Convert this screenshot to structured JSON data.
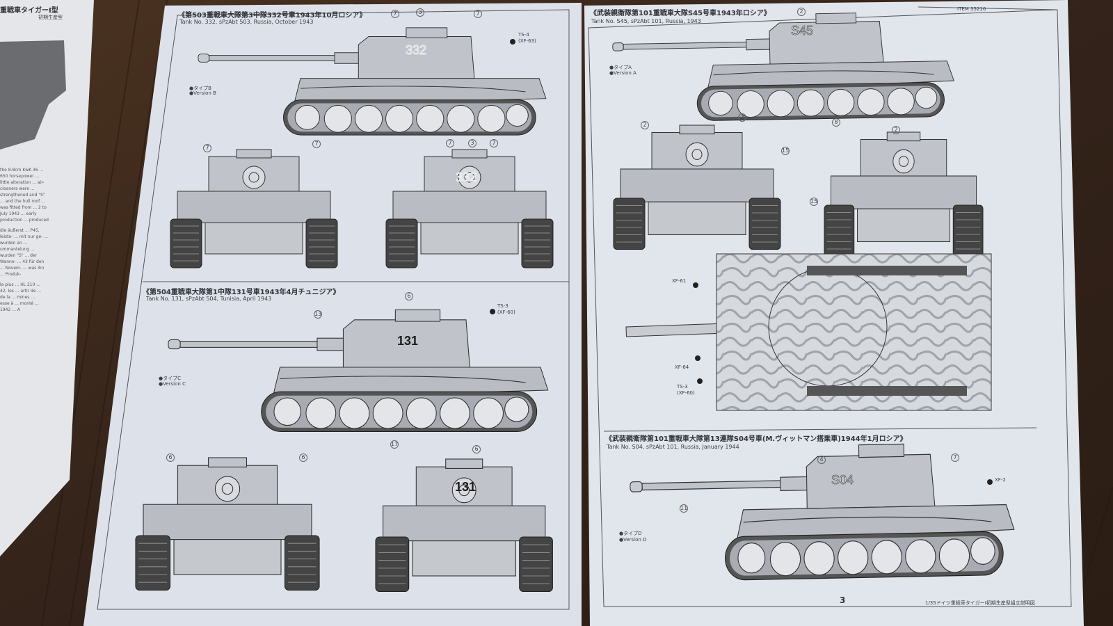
{
  "brochure": {
    "title_jp": "重戦車タイガーI型",
    "subtitle_jp": "初期生産型",
    "text_en": "the 8.8cm KwK 36 ... 650 horsepower ... little alteration ... air-cleaners were ... strengthened and \"S\" ... and the hull roof ... was fitted from ... 2 to July 1943 ... early production ... produced",
    "text_de": "die äußerst ... P45, leiste- ... mit nur ge- ... wurden an ... ummantelung ... wurden \"S\" ... der Wanne- ... 43 für den ... Novem- ... was ihn ... Produk-",
    "text_fr": "la plus ... HL 210 ... 42, les ... artir de ... de la ... mines ... esse à ... monté ... 1942 ... A"
  },
  "left_page": {
    "sections": [
      {
        "title_jp": "《第503重戦車大隊第3中隊332号車1943年10月ロシア》",
        "title_en": "Tank No. 332, sPzAbt 503, Russia, October 1943",
        "version_jp": "●タイプB",
        "version_en": "●Version B",
        "tank_number": "332",
        "paint": [
          "TS-4",
          "(XF-63)"
        ],
        "callouts": [
          "7",
          "3",
          "7",
          "7",
          "7",
          "7",
          "3",
          "7"
        ]
      },
      {
        "title_jp": "《第504重戦車大隊第1中隊131号車1943年4月チュニジア》",
        "title_en": "Tank No. 131, sPzAbt 504, Tunisia, April 1943",
        "version_jp": "●タイプC",
        "version_en": "●Version C",
        "tank_number": "131",
        "paint": [
          "TS-3",
          "(XF-60)"
        ],
        "callouts": [
          "6",
          "13",
          "17",
          "6",
          "6",
          "6"
        ]
      }
    ]
  },
  "right_page": {
    "item": "ITEM 35216",
    "page_number": "3",
    "footer": "1/35ドイツ重戦車タイガーI初期生産型組立説明図",
    "sections": [
      {
        "title_jp": "《武装親衛隊第101重戦車大隊S45号車1943年ロシア》",
        "title_en": "Tank No. S45, sPzAbt 101, Russia, 1943",
        "version_jp": "●タイプA",
        "version_en": "●Version A",
        "tank_number": "S45",
        "paint_top": [
          "XF-61",
          "XF-64",
          "TS-3",
          "(XF-60)"
        ],
        "callouts": [
          "2",
          "2",
          "2",
          "15",
          "8",
          "2",
          "15"
        ]
      },
      {
        "title_jp": "《武装親衛隊第101重戦車大隊第13連隊S04号車(M.ヴィットマン搭乗車)1944年1月ロシア》",
        "title_en": "Tank No. S04, sPzAbt 101, Russia, January 1944",
        "version_jp": "●タイプD",
        "version_en": "●Version D",
        "tank_number": "S04",
        "paint": [
          "XF-2"
        ],
        "callouts": [
          "4",
          "7",
          "11"
        ]
      }
    ]
  },
  "colors": {
    "paper": "#dde2ea",
    "wood": "#3a2718",
    "tank_grey": "#b9bcc2",
    "ink": "#2a2b2e"
  }
}
